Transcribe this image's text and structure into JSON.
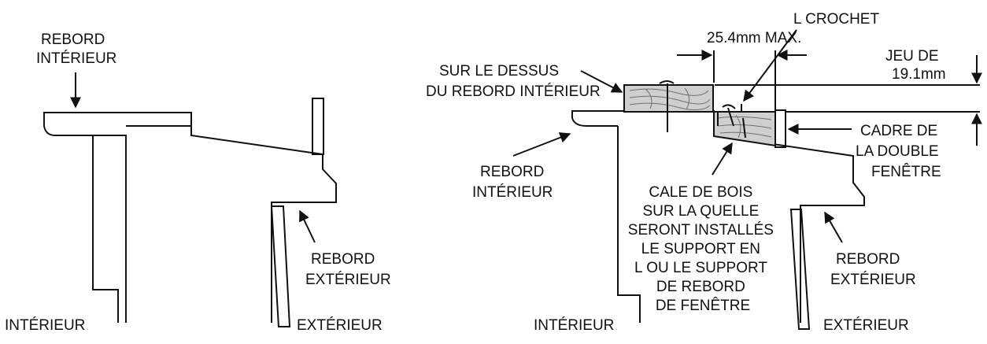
{
  "left_diagram": {
    "inner_sill_label": [
      "REBORD",
      "INTÉRIEUR"
    ],
    "outer_sill_label": [
      "REBORD",
      "EXTÉRIEUR"
    ],
    "interior_label": "INTÉRIEUR",
    "exterior_label": "EXTÉRIEUR"
  },
  "right_diagram": {
    "top_label": [
      "SUR LE DESSUS",
      "DU REBORD INTÉRIEUR"
    ],
    "inner_sill_label": [
      "REBORD",
      "INTÉRIEUR"
    ],
    "hook_label": "L CROCHET",
    "max_label": "25.4mm MAX.",
    "gap_label": [
      "JEU DE",
      "19.1mm"
    ],
    "frame_label": [
      "CADRE DE",
      "LA DOUBLE",
      "FENÊTRE"
    ],
    "shim_label": [
      "CALE DE BOIS",
      "SUR LA QUELLE",
      "SERONT INSTALLÉS",
      "LE SUPPORT EN",
      "L OU LE SUPPORT",
      "DE REBORD",
      "DE FENÊTRE"
    ],
    "outer_sill_label": [
      "REBORD",
      "EXTÉRIEUR"
    ],
    "interior_label": "INTÉRIEUR",
    "exterior_label": "EXTÉRIEUR"
  },
  "colors": {
    "line": "#111111",
    "wood": "#cfcfcf"
  }
}
